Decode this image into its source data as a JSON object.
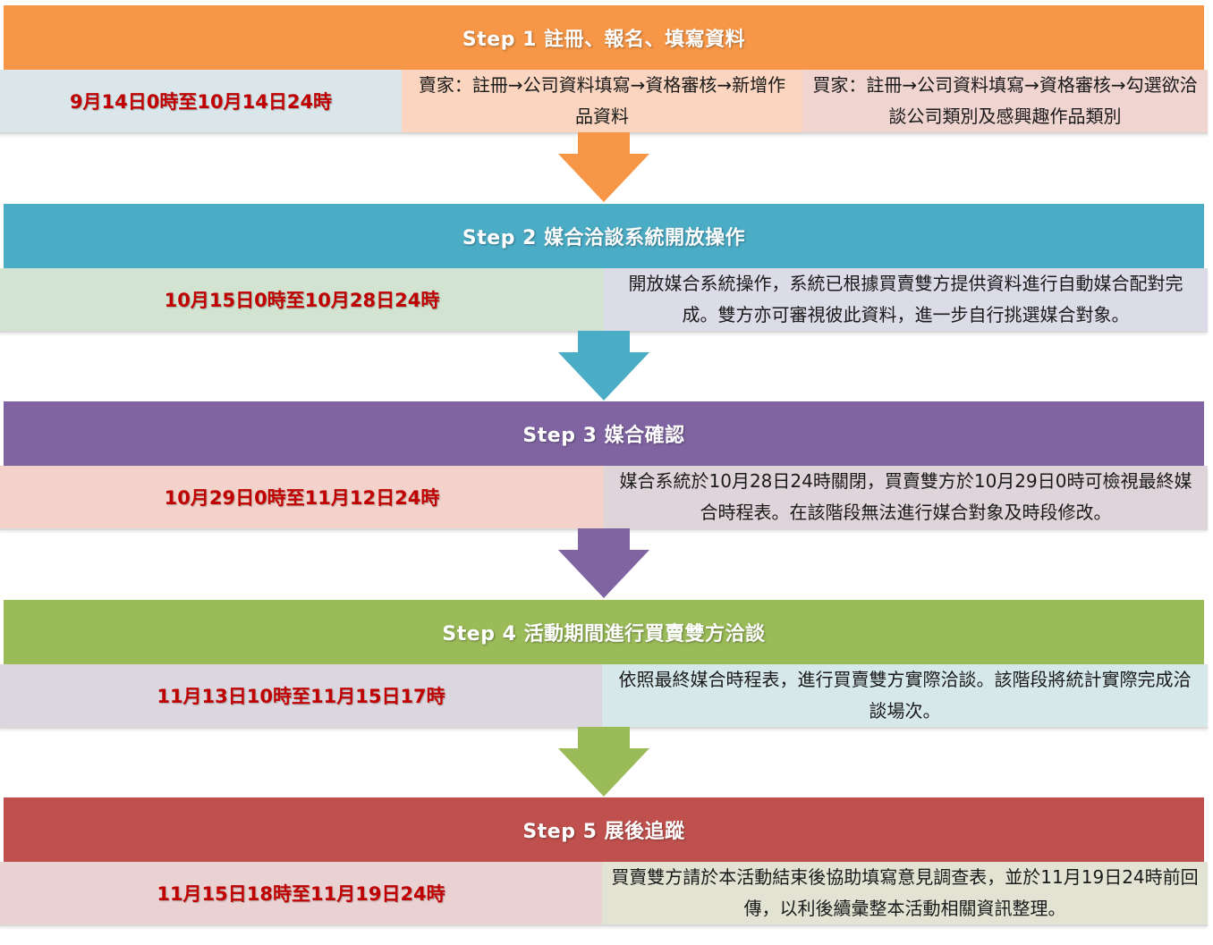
{
  "steps": [
    {
      "title": "Step 1  註冊、報名、填寫資料",
      "date": "9月14日0時至10月14日24時",
      "descriptions": [
        "賣家：註冊→公司資料填寫→資格審核→新增作品資料",
        "買家：註冊→公司資料填寫→資格審核→勾選欲洽談公司類別及感興趣作品類別"
      ],
      "colors": {
        "header": "#f79646",
        "date_bg": "#dae6ea",
        "desc_bg": [
          "#fbd5bf",
          "#f0d4d0"
        ],
        "arrow": "#f79646"
      }
    },
    {
      "title": "Step 2 媒合洽談系統開放操作",
      "date": "10月15日0時至10月28日24時",
      "descriptions": [
        "開放媒合系統操作，系統已根據買賣雙方提供資料進行自動媒合配對完成。雙方亦可審視彼此資料，進一步自行挑選媒合對象。"
      ],
      "colors": {
        "header": "#4bacc6",
        "date_bg": "#d3e3d2",
        "desc_bg": [
          "#dcdce8"
        ],
        "arrow": "#4bacc6"
      }
    },
    {
      "title": "Step 3 媒合確認",
      "date": "10月29日0時至11月12日24時",
      "descriptions": [
        "媒合系統於10月28日24時關閉，買賣雙方於10月29日0時可檢視最終媒合時程表。在該階段無法進行媒合對象及時段修改。"
      ],
      "colors": {
        "header": "#8064a2",
        "date_bg": "#f2d2cb",
        "desc_bg": [
          "#dfd4da"
        ],
        "arrow": "#8064a2"
      }
    },
    {
      "title": "Step 4 活動期間進行買賣雙方洽談",
      "date": "11月13日10時至11月15日17時",
      "descriptions": [
        "依照最終媒合時程表，進行買賣雙方實際洽談。該階段將統計實際完成洽談場次。"
      ],
      "colors": {
        "header": "#9bbb59",
        "date_bg": "#dcd7de",
        "desc_bg": [
          "#d6e8ea"
        ],
        "arrow": "#9bbb59"
      }
    },
    {
      "title": "Step 5 展後追蹤",
      "date": "11月15日18時至11月19日24時",
      "descriptions": [
        "買賣雙方請於本活動結束後協助填寫意見調查表，並於11月19日24時前回傳，以利後續彙整本活動相關資訊整理。"
      ],
      "colors": {
        "header": "#c0504d",
        "date_bg": "#ead1d2",
        "desc_bg": [
          "#e3e3d4"
        ],
        "arrow": null
      }
    }
  ]
}
